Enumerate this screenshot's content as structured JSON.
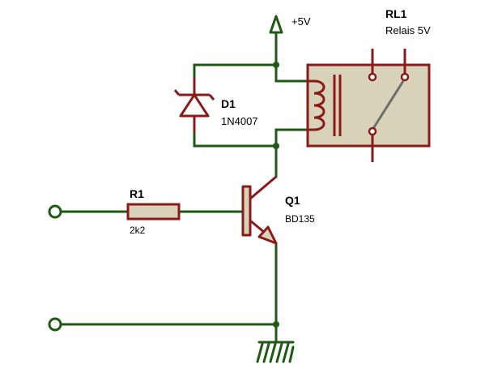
{
  "colors": {
    "wire": "#1e5a14",
    "component": "#8b1a1a",
    "body_fill": "#d8d2b8",
    "text": "#000000"
  },
  "supply": {
    "label": "+5V",
    "icon": "power-arrow-icon"
  },
  "relay": {
    "ref": "RL1",
    "value": "Relais 5V"
  },
  "diode": {
    "ref": "D1",
    "value": "1N4007"
  },
  "transistor": {
    "ref": "Q1",
    "value": "BD135"
  },
  "resistor": {
    "ref": "R1",
    "value": "2k2"
  },
  "ground": {
    "icon": "ground-icon"
  }
}
